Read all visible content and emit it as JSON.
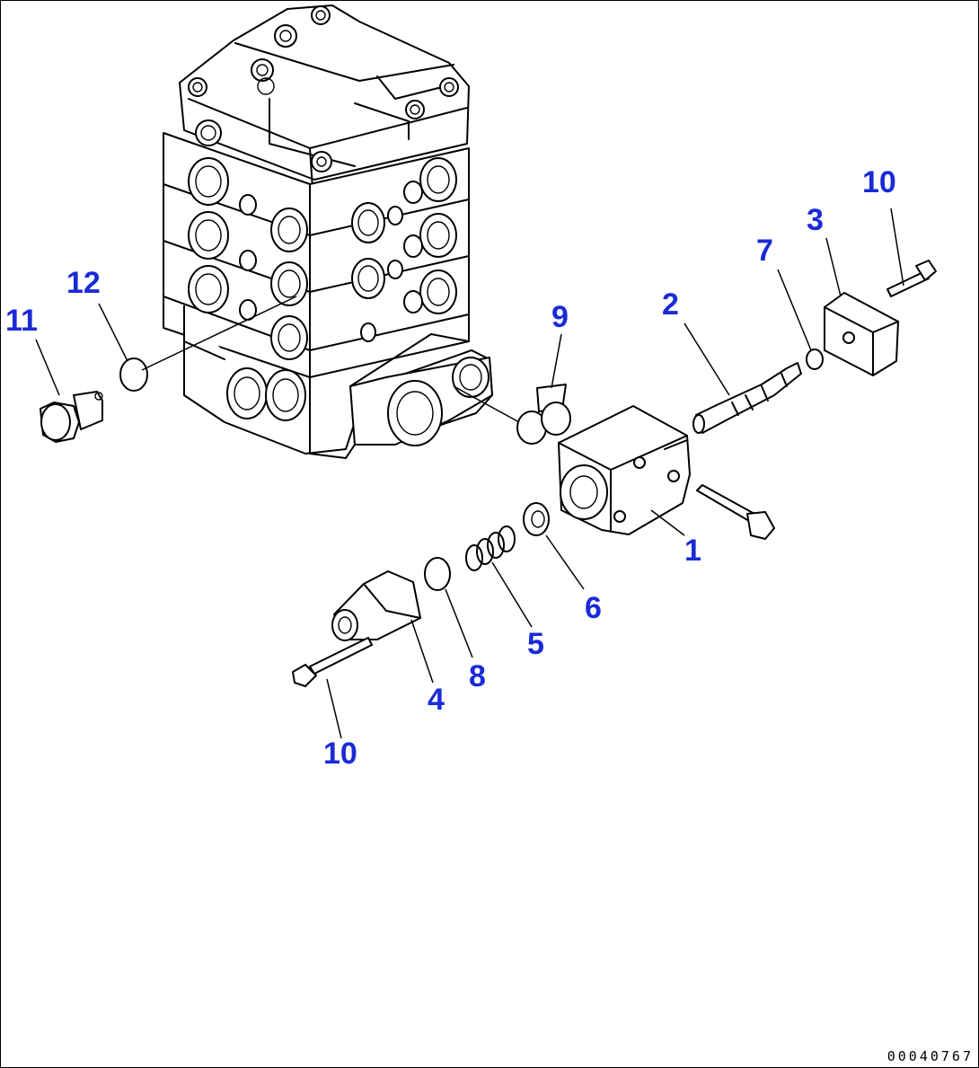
{
  "callouts": [
    {
      "id": "c1",
      "text": "1"
    },
    {
      "id": "c2",
      "text": "2"
    },
    {
      "id": "c3",
      "text": "3"
    },
    {
      "id": "c4",
      "text": "4"
    },
    {
      "id": "c5",
      "text": "5"
    },
    {
      "id": "c6",
      "text": "6"
    },
    {
      "id": "c7",
      "text": "7"
    },
    {
      "id": "c8",
      "text": "8"
    },
    {
      "id": "c9",
      "text": "9"
    },
    {
      "id": "c10a",
      "text": "10"
    },
    {
      "id": "c10b",
      "text": "10"
    },
    {
      "id": "c11",
      "text": "11"
    },
    {
      "id": "c12",
      "text": "12"
    }
  ],
  "drawing_code": "00040767",
  "colors": {
    "callout": "#1a2bd6",
    "line": "#000000",
    "background": "#ffffff"
  }
}
